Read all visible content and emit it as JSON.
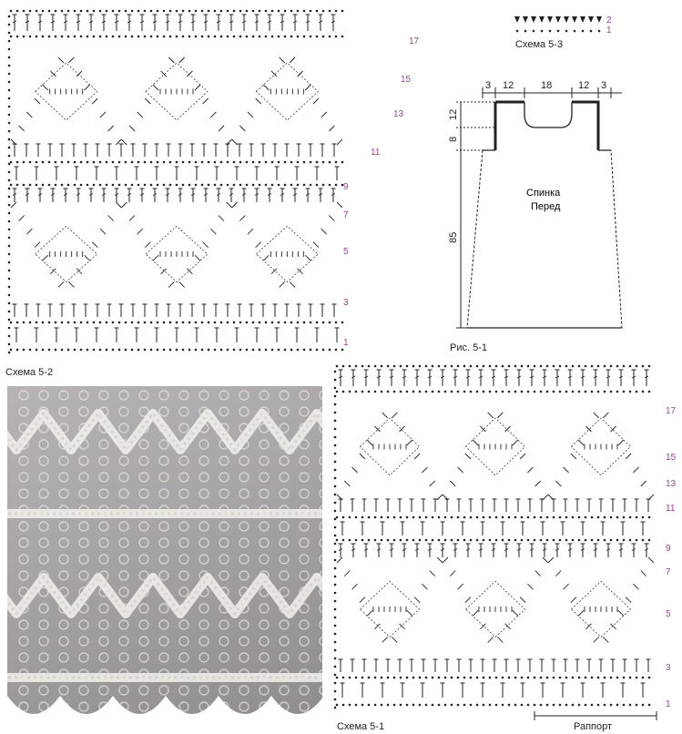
{
  "schemes": {
    "scheme_5_2": {
      "label": "Схема 5-2",
      "row_numbers": [
        "1",
        "3",
        "5",
        "7",
        "9",
        "11",
        "13",
        "15",
        "17"
      ]
    },
    "scheme_5_1": {
      "label": "Схема 5-1",
      "row_numbers": [
        "1",
        "3",
        "5",
        "7",
        "9",
        "11",
        "13",
        "15",
        "17"
      ],
      "repeat_label": "Раппорт"
    },
    "scheme_5_3": {
      "label": "Схема 5-3",
      "row_numbers": [
        "1",
        "2"
      ]
    }
  },
  "figure": {
    "label": "Рис. 5-1",
    "center_text_1": "Спинка",
    "center_text_2": "Перед",
    "top_dims": [
      "3",
      "12",
      "18",
      "12",
      "3"
    ],
    "side_dims": [
      "12",
      "8",
      "85"
    ]
  },
  "colors": {
    "row_number": "#a0449a",
    "ink": "#222222"
  },
  "icons": {
    "stitch_double": "double-crochet-stitch-icon",
    "stitch_chain": "chain-stitch-icon"
  }
}
